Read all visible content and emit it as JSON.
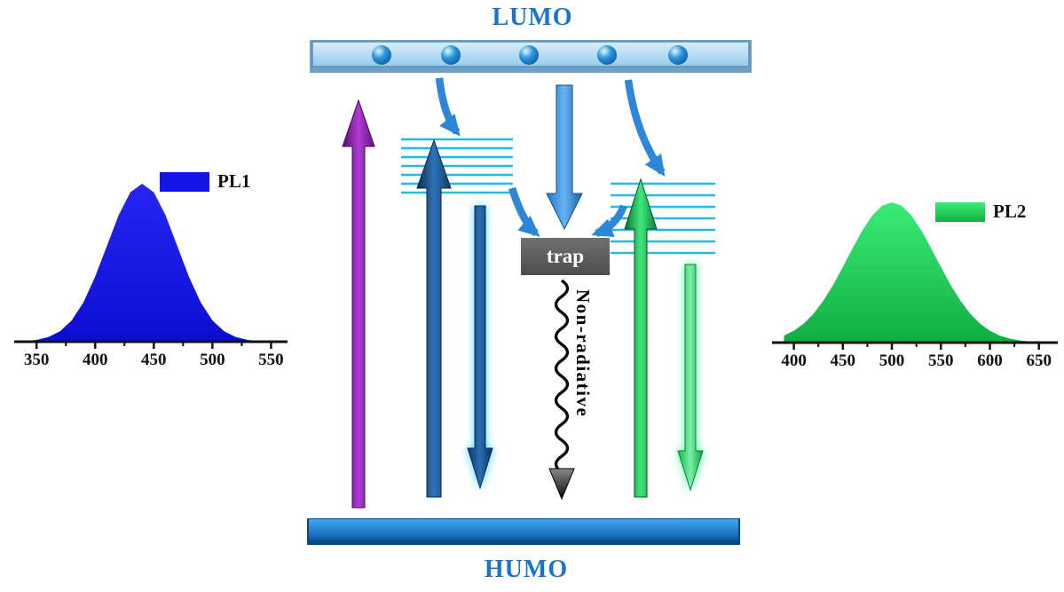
{
  "diagram": {
    "lumo_label": "LUMO",
    "humo_label": "HUMO",
    "trap_label": "trap",
    "nonradiative_label": "Non-radiative",
    "electron_count": 5,
    "colors": {
      "band_text": "#1b74cc",
      "lumo_bar": "#a8d6f2",
      "humo_bar": "#1572c4",
      "trap_box": "#5f5f5f",
      "excitation_arrow": "#8a2bb0",
      "pl1_emission_arrow": "#14457a",
      "pl2_emission_arrow": "#17c35c",
      "transfer_arrows": "#2e86d8",
      "trap_level_lines": "#2ab8e0",
      "nonradiative_arrow": "#111111"
    }
  },
  "chart_data": [
    {
      "type": "area",
      "title": "",
      "legend": "PL1",
      "color": "#1414e8",
      "xlim": [
        337,
        558
      ],
      "ylim": [
        0,
        1
      ],
      "grid": false,
      "legend_position": "top-right",
      "x_ticks": [
        350,
        400,
        450,
        500,
        550
      ],
      "minor_ticks": [
        375,
        425,
        475,
        525
      ],
      "x": [
        340,
        350,
        360,
        370,
        380,
        390,
        400,
        410,
        420,
        430,
        440,
        450,
        460,
        470,
        480,
        490,
        500,
        510,
        520,
        530,
        540,
        550,
        560
      ],
      "y": [
        0.004,
        0.011,
        0.029,
        0.066,
        0.135,
        0.249,
        0.411,
        0.607,
        0.801,
        0.946,
        1.0,
        0.946,
        0.801,
        0.607,
        0.411,
        0.249,
        0.135,
        0.066,
        0.029,
        0.011,
        0.004,
        0.001,
        0
      ]
    },
    {
      "type": "area",
      "title": "",
      "legend": "PL2",
      "color": "#1ed24f",
      "xlim": [
        385,
        662
      ],
      "ylim": [
        0,
        1
      ],
      "grid": false,
      "legend_position": "top-right",
      "x_ticks": [
        400,
        450,
        500,
        550,
        600,
        650
      ],
      "minor_ticks": [
        425,
        475,
        525,
        575,
        625
      ],
      "x": [
        390,
        400,
        410,
        420,
        430,
        440,
        450,
        460,
        470,
        480,
        490,
        500,
        510,
        520,
        530,
        540,
        550,
        560,
        570,
        580,
        590,
        600,
        610,
        620,
        630,
        640,
        650,
        660
      ],
      "y": [
        0.05,
        0.085,
        0.135,
        0.206,
        0.298,
        0.411,
        0.54,
        0.674,
        0.801,
        0.906,
        0.976,
        1.0,
        0.976,
        0.906,
        0.801,
        0.674,
        0.54,
        0.411,
        0.298,
        0.206,
        0.135,
        0.085,
        0.05,
        0.029,
        0.016,
        0.008,
        0.004,
        0.002
      ]
    }
  ]
}
